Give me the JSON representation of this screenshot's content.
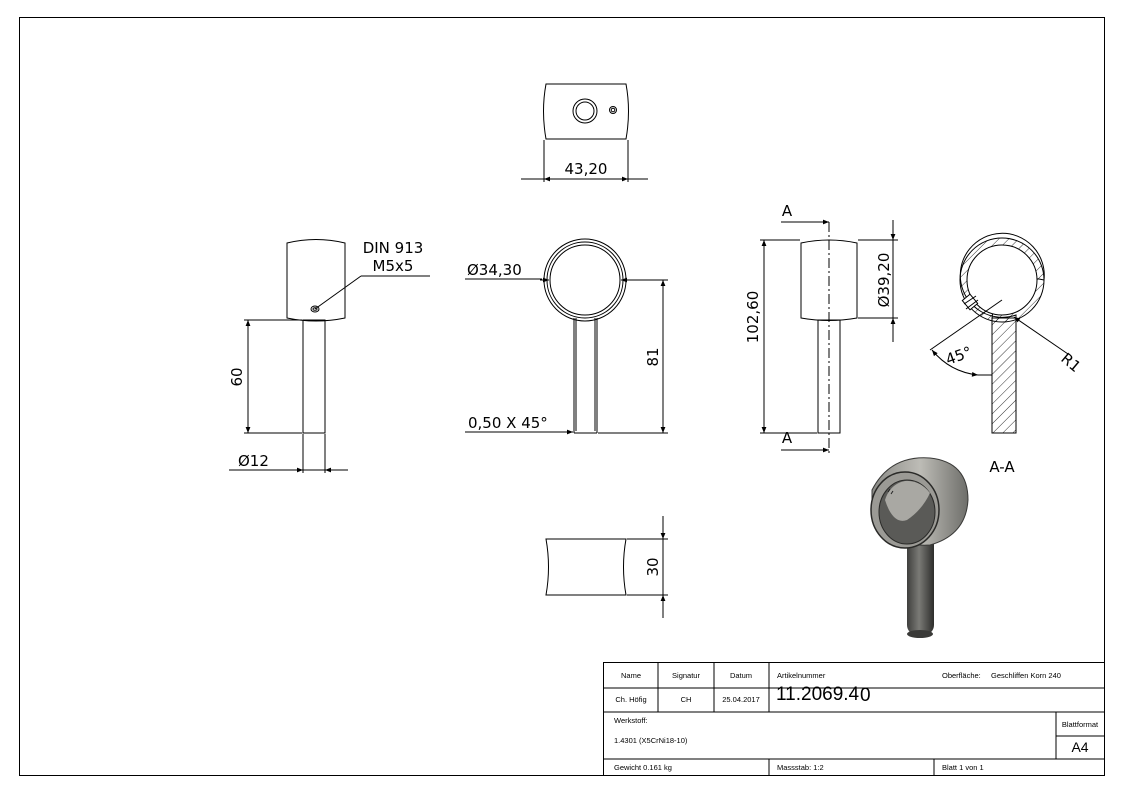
{
  "view_top": {
    "dim_width": "43,20"
  },
  "view_side": {
    "screw_std": "DIN 913",
    "screw_size": "M5x5",
    "dim_length": "60",
    "dim_diameter": "Ø12"
  },
  "view_front": {
    "dim_ring_diameter": "Ø34,30",
    "dim_height": "81",
    "chamfer": "0,50 X 45°"
  },
  "view_section": {
    "cut_label": "A",
    "dim_total": "102,60",
    "dim_outer_diameter": "Ø39,20"
  },
  "view_detail": {
    "angle": "45°",
    "radius": "R1",
    "title": "A-A"
  },
  "view_bottom": {
    "dim_thickness": "30"
  },
  "title_block": {
    "col_name": "Name",
    "col_signature": "Signatur",
    "col_date": "Datum",
    "name": "Ch. Höfig",
    "signature": "CH",
    "date": "25.04.2017",
    "article_label": "Artikelnummer",
    "article_number": "11.2069.4",
    "article_suffix": "0",
    "surface_label": "Oberfläche:",
    "surface_value": "Geschliffen Korn 240",
    "material_label": "Werkstoff:",
    "material_value": "1.4301 (X5CrNi18-10)",
    "format_label": "Blattformat",
    "format_value": "A4",
    "weight": "Gewicht 0.161 kg",
    "scale": "Massstab: 1:2",
    "sheet": "Blatt 1 von 1"
  }
}
